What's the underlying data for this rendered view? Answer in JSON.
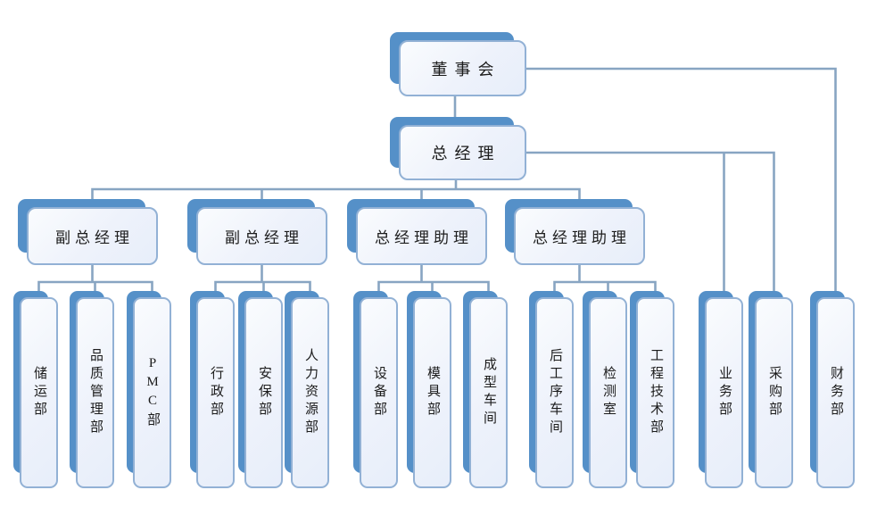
{
  "org": {
    "board": {
      "label": "董事会"
    },
    "general_manager": {
      "label": "总经理",
      "reports_to": "董事会"
    },
    "managers": [
      {
        "label": "副总经理",
        "reports_to": "总经理",
        "departments": [
          "储运部",
          "品质管理部",
          "PMC部"
        ]
      },
      {
        "label": "副总经理",
        "reports_to": "总经理",
        "departments": [
          "行政部",
          "安保部",
          "人力资源部"
        ]
      },
      {
        "label": "总经理助理",
        "reports_to": "总经理",
        "departments": [
          "设备部",
          "模具部",
          "成型车间"
        ]
      },
      {
        "label": "总经理助理",
        "reports_to": "总经理",
        "departments": [
          "后工序车间",
          "检测室",
          "工程技术部"
        ]
      }
    ],
    "departments": [
      {
        "label": "储运部"
      },
      {
        "label": "品质管理部"
      },
      {
        "label": "PMC部"
      },
      {
        "label": "行政部"
      },
      {
        "label": "安保部"
      },
      {
        "label": "人力资源部"
      },
      {
        "label": "设备部"
      },
      {
        "label": "模具部"
      },
      {
        "label": "成型车间"
      },
      {
        "label": "后工序车间"
      },
      {
        "label": "检测室"
      },
      {
        "label": "工程技术部"
      },
      {
        "label": "业务部",
        "reports_to": "总经理"
      },
      {
        "label": "采购部",
        "reports_to": "总经理"
      },
      {
        "label": "财务部",
        "reports_to": "董事会"
      }
    ],
    "colors": {
      "node_shadow": "#5590c8",
      "node_border": "#92b1d5",
      "node_fill": "#eef2fb",
      "connector": "#88a5c2",
      "text": "#1c1c1c",
      "background": "#ffffff"
    }
  }
}
